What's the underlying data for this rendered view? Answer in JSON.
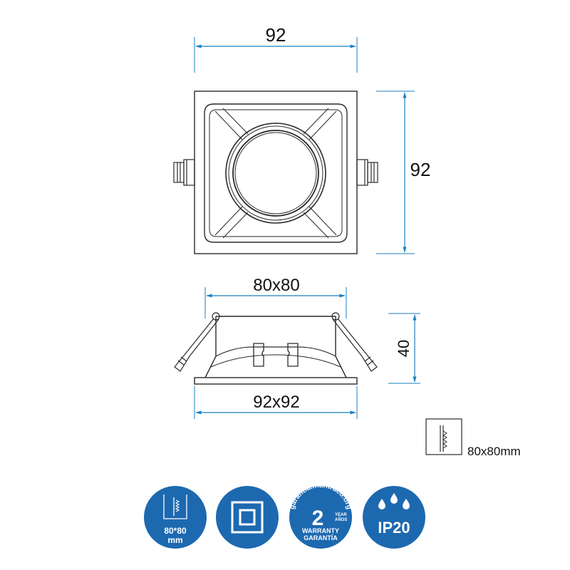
{
  "colors": {
    "dimension_line": "#1b7fc1",
    "outline": "#2a2a2a",
    "badge_fill": "#1d69b0",
    "badge_text": "#ffffff",
    "background": "#ffffff"
  },
  "top_view": {
    "width_label": "92",
    "height_label": "92"
  },
  "side_view": {
    "inner_width_label": "80x80",
    "depth_label": "40",
    "outer_width_label": "92x92"
  },
  "cutout": {
    "icon": "square-cutout-saw-icon",
    "label": "80x80mm"
  },
  "badges": [
    {
      "icon": "cutout-saw-icon",
      "line1": "80*80",
      "line2": "mm"
    },
    {
      "icon": "double-insulation-class-ii-icon"
    },
    {
      "icon": "warranty-seal-icon",
      "arc_text": "garantia.mantraco.org",
      "number": "2",
      "small_top": "YEAR",
      "small_bottom": "AÑOS",
      "line1": "WARRANTY",
      "line2": "GARANTÍA"
    },
    {
      "icon": "water-drops-icon",
      "label": "IP20"
    }
  ]
}
